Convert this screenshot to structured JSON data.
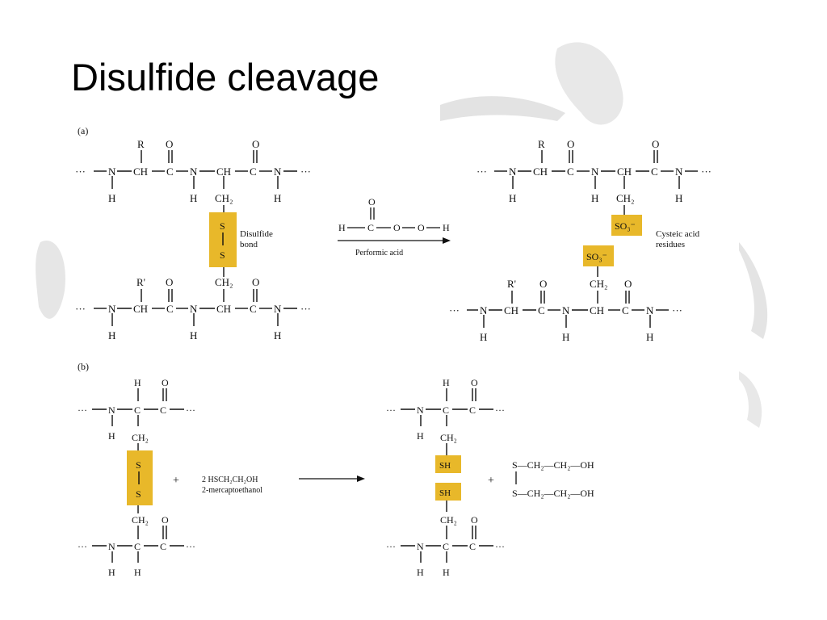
{
  "slide": {
    "title": "Disulfide cleavage"
  },
  "colors": {
    "highlight": "#e8b82a",
    "ink": "#111111",
    "watermark": "#dcdcdc"
  },
  "panel_a": {
    "label": "(a)",
    "R": "R",
    "R_prime": "R'",
    "O": "O",
    "N": "N",
    "H": "H",
    "CH": "CH",
    "C": "C",
    "CH2": "CH₂",
    "S": "S",
    "SO3": "SO₃⁻",
    "dots": "···",
    "disulfide_label": [
      "Disulfide",
      "bond"
    ],
    "reagent_H": "H",
    "reagent_C": "C",
    "reagent_O1": "O",
    "reagent_O2": "O",
    "reagent_H2": "H",
    "reagent_name": "Performic acid",
    "product_label": [
      "Cysteic acid",
      "residues"
    ]
  },
  "panel_b": {
    "label": "(b)",
    "reagent": "2 HSCH₂CH₂OH",
    "reagent_name": "2-mercaptoethanol",
    "plus": "+",
    "SH": "SH",
    "side_product_top": "S—CH₂—CH₂—OH",
    "side_product_bottom": "S—CH₂—CH₂—OH"
  }
}
